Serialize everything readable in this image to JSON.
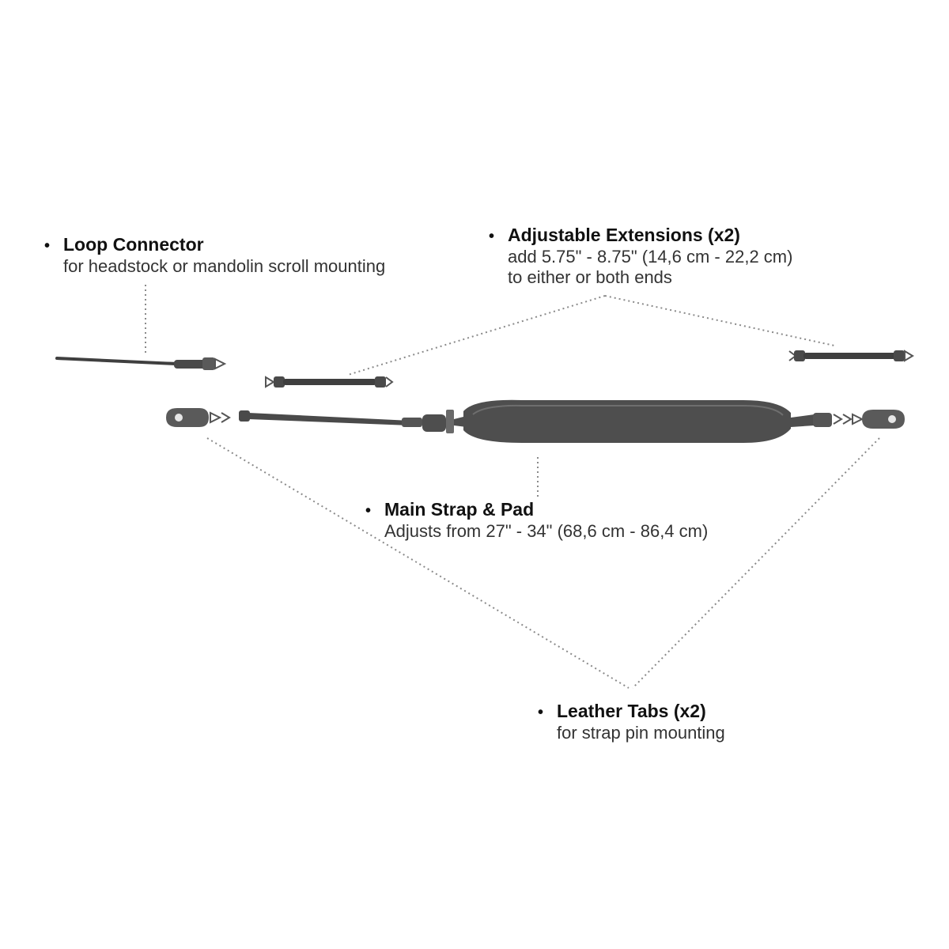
{
  "callouts": {
    "loop_connector": {
      "bullet": "•",
      "title": "Loop Connector",
      "lines": [
        "for headstock or mandolin scroll mounting"
      ]
    },
    "adjustable_extensions": {
      "bullet": "•",
      "title": "Adjustable Extensions (x2)",
      "lines": [
        "add 5.75\" - 8.75\" (14,6 cm - 22,2 cm)",
        "to either or both ends"
      ]
    },
    "main_strap": {
      "bullet": "•",
      "title": "Main Strap & Pad",
      "lines": [
        "Adjusts from 27\" - 34\" (68,6 cm - 86,4 cm)"
      ]
    },
    "leather_tabs": {
      "bullet": "•",
      "title": "Leather Tabs (x2)",
      "lines": [
        "for strap pin mounting"
      ]
    }
  },
  "colors": {
    "strap": "#5a5a5a",
    "strap_dark": "#3f3f3f",
    "pad": "#4e4e4e",
    "leader_line": "#888888",
    "text": "#111111"
  }
}
